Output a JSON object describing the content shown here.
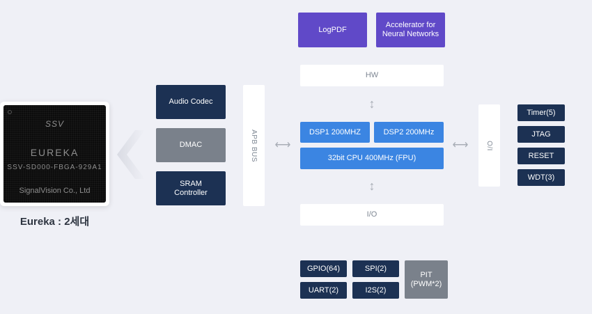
{
  "chip": {
    "brand": "SSV",
    "name": "EUREKA",
    "model": "SSV-SD000-FBGA-929A1",
    "maker": "SignalVision Co., Ltd",
    "caption": "Eureka : 2세대"
  },
  "left_stack": {
    "audio": "Audio Codec",
    "dmac": "DMAC",
    "sram_line1": "SRAM",
    "sram_line2": "Controller"
  },
  "bus": {
    "apb": "APB BUS",
    "io_vertical": "O/I"
  },
  "top_blocks": {
    "logpdf": "LogPDF",
    "accel_line1": "Accelerator for",
    "accel_line2": "Neural Networks"
  },
  "core": {
    "hw": "HW",
    "dsp1": "DSP1 200MHZ",
    "dsp2": "DSP2 200MHz",
    "cpu": "32bit CPU 400MHz (FPU)",
    "io": "I/O"
  },
  "right_stack": {
    "timer": "Timer(5)",
    "jtag": "JTAG",
    "reset": "RESET",
    "wdt": "WDT(3)"
  },
  "peripherals": {
    "gpio": "GPIO(64)",
    "spi": "SPI(2)",
    "uart": "UART(2)",
    "i2s": "I2S(2)",
    "pit_line1": "PIT",
    "pit_line2": "(PWM*2)"
  },
  "colors": {
    "navy": "#1c3153",
    "gray": "#7a818b",
    "purple": "#6049c8",
    "blue": "#3b85e2",
    "background": "#eff0f6"
  }
}
